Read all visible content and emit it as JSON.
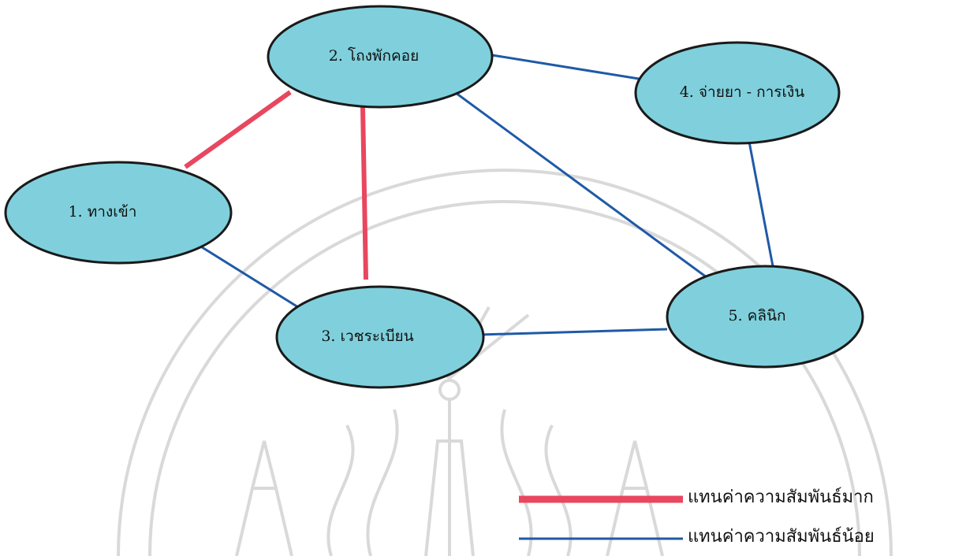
{
  "colors": {
    "node_fill": "#7fd0dc",
    "node_stroke": "#1a1a1a",
    "strong_edge": "#e8475f",
    "weak_edge": "#1f5aa6",
    "watermark": "#d9d9d9"
  },
  "nodes": [
    {
      "id": "n1",
      "label": "1. ทางเข้า"
    },
    {
      "id": "n2",
      "label": "2. โถงพักคอย"
    },
    {
      "id": "n3",
      "label": "3. เวชระเบียน"
    },
    {
      "id": "n4",
      "label": "4. จ่ายยา - การเงิน"
    },
    {
      "id": "n5",
      "label": "5. คลินิก"
    }
  ],
  "edges": [
    {
      "from": "n1",
      "to": "n2",
      "strength": "strong"
    },
    {
      "from": "n2",
      "to": "n3",
      "strength": "strong"
    },
    {
      "from": "n2",
      "to": "n4",
      "strength": "weak"
    },
    {
      "from": "n2",
      "to": "n5",
      "strength": "weak"
    },
    {
      "from": "n4",
      "to": "n5",
      "strength": "weak"
    },
    {
      "from": "n1",
      "to": "n3",
      "strength": "weak"
    },
    {
      "from": "n3",
      "to": "n5",
      "strength": "weak"
    }
  ],
  "legend": {
    "strong_label": "แทนค่าความสัมพันธ์มาก",
    "weak_label": "แทนค่าความสัมพันธ์น้อย"
  },
  "watermark_icon": "university-emblem-watermark"
}
